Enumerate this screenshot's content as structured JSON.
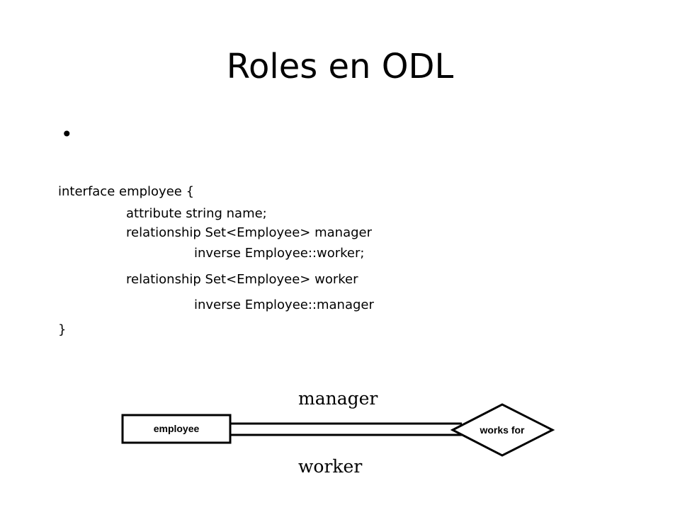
{
  "slide": {
    "title": "Roles en ODL",
    "bullet": "•"
  },
  "code": {
    "lines": [
      "interface employee {",
      "attribute string name;",
      "relationship Set<Employee> manager",
      "inverse Employee::worker;",
      "relationship Set<Employee> worker",
      "inverse Employee::manager",
      "}"
    ]
  },
  "diagram": {
    "entity": "employee",
    "relationship": "works for",
    "role_top": "manager",
    "role_bottom": "worker"
  }
}
